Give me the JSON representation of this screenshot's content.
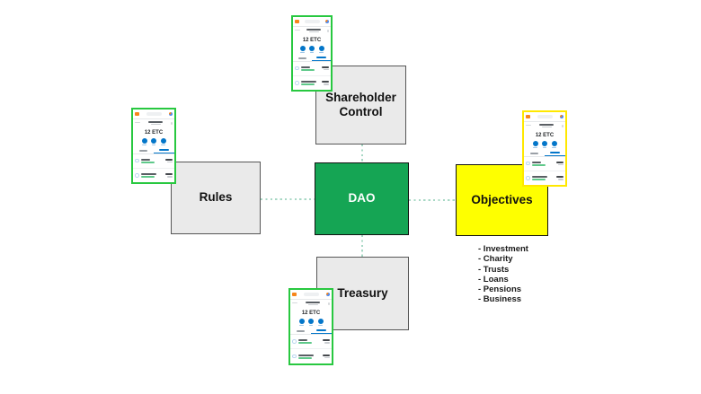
{
  "diagram": {
    "center": {
      "label": "DAO"
    },
    "nodes": {
      "shareholder_control": {
        "label": "Shareholder Control"
      },
      "rules": {
        "label": "Rules"
      },
      "objectives": {
        "label": "Objectives"
      },
      "treasury": {
        "label": "Treasury"
      }
    },
    "objectives_list": {
      "items": [
        "- Investment",
        "- Charity",
        "- Trusts",
        "- Loans",
        "- Pensions",
        "- Business"
      ]
    }
  },
  "wallet": {
    "balance": "12 ETC"
  },
  "colors": {
    "accent_green": "#15a554",
    "highlight_yellow": "#feff00",
    "node_gray": "#eaeaea",
    "node_border_gray": "#565656",
    "black_border": "#111111",
    "connector": "#a8d8c5",
    "wallet_border_green": "#28c840",
    "wallet_border_yellow": "#ffe800",
    "metamask_orange": "#f6851b",
    "metamask_blue": "#0376c9",
    "confirmed_green": "#5fc98a"
  }
}
